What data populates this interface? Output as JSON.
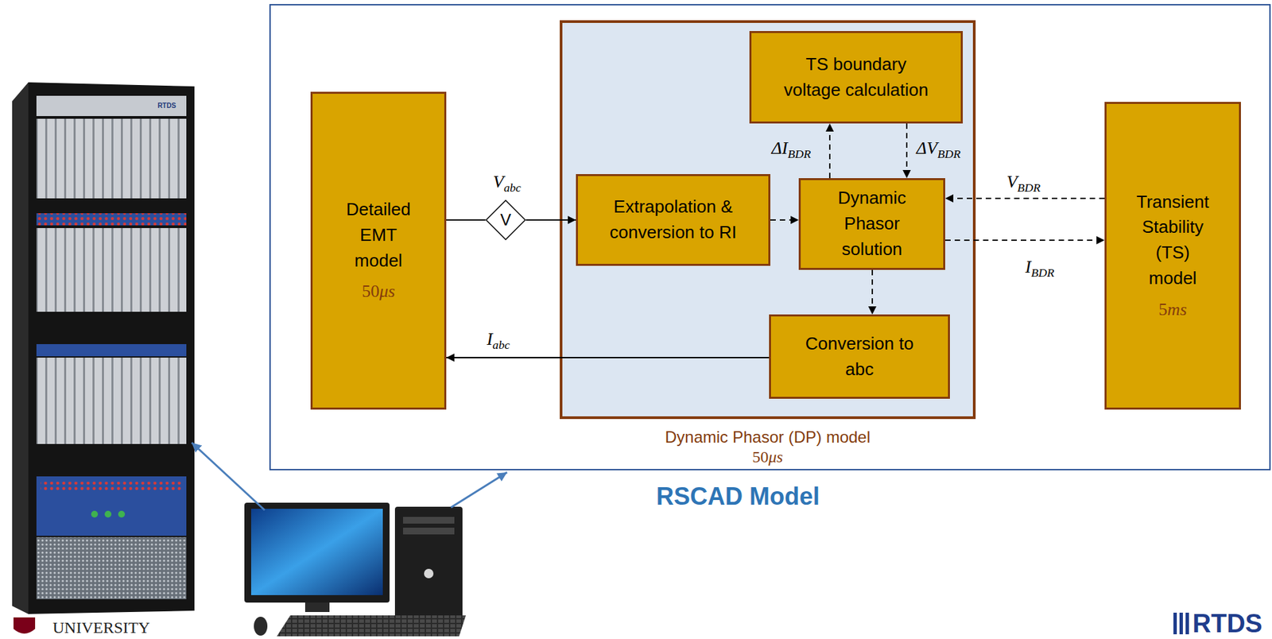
{
  "diagram": {
    "nodes": [
      {
        "text": [
          "RSCAD Model"
        ]
      },
      {
        "text": [
          "Detailed EMT model",
          "50μs"
        ],
        "in": 0
      },
      {
        "text": [
          "V"
        ],
        "in": 0
      },
      {
        "text": [
          "Dynamic Phasor (DP) model",
          "50μs"
        ],
        "in": 0
      },
      {
        "text": [
          "TS boundary voltage calculation"
        ],
        "in": 3
      },
      {
        "text": [
          "Extrapolation & conversion to RI"
        ],
        "in": 3
      },
      {
        "text": [
          "Dynamic Phasor solution"
        ],
        "in": 3
      },
      {
        "text": [
          "Conversion to abc"
        ],
        "in": 3
      },
      {
        "text": [
          "Transient Stability (TS) model",
          "5ms"
        ],
        "in": 0
      }
    ],
    "edges": [
      {
        "from": 1,
        "to": 2,
        "arrow": "none"
      },
      {
        "from": 2,
        "to": 5,
        "arrow": "to"
      },
      {
        "from": 5,
        "to": 6,
        "arrow": "to"
      },
      {
        "from": 6,
        "to": 4,
        "arrow": "to",
        "label": "ΔIBDR"
      },
      {
        "from": 4,
        "to": 6,
        "arrow": "to",
        "label": "ΔVBDR"
      },
      {
        "from": 8,
        "to": 6,
        "arrow": "to",
        "label": "VBDR"
      },
      {
        "from": 6,
        "to": 8,
        "arrow": "to",
        "label": "IBDR"
      },
      {
        "from": 6,
        "to": 7,
        "arrow": "to"
      },
      {
        "from": 7,
        "to": 1,
        "arrow": "to",
        "label": "Iabc"
      }
    ],
    "labels": [
      "Vabc",
      "RTDS",
      "UNIVERSITY",
      "RTDS"
    ]
  }
}
